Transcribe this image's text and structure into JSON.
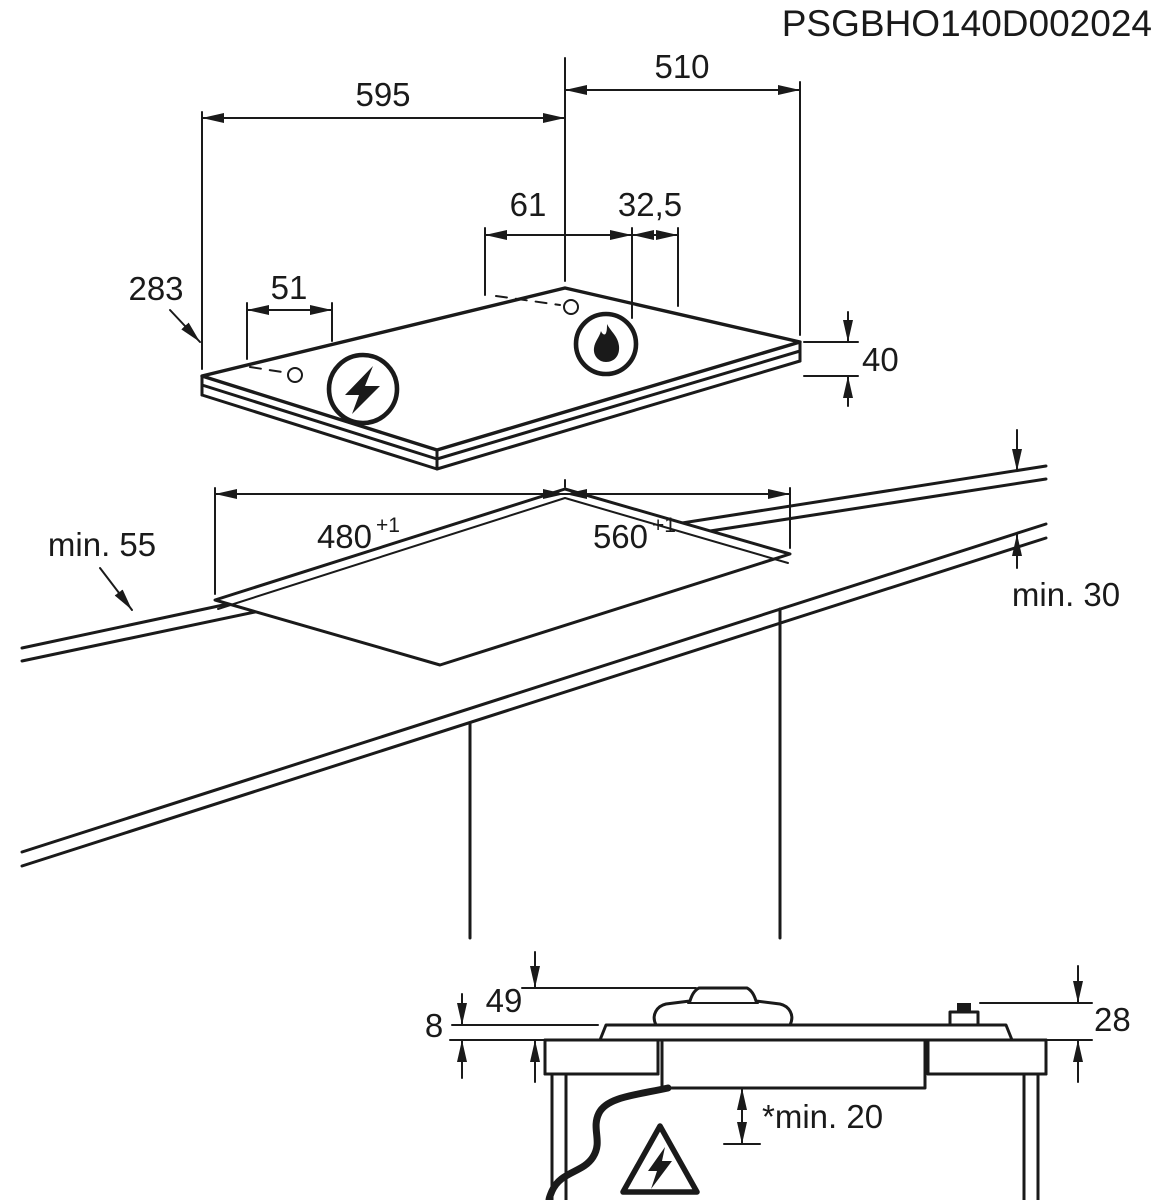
{
  "title": "PSGBHO140D002024",
  "colors": {
    "line": "#1a1a1a",
    "background": "#ffffff"
  },
  "icons": {
    "left_burner": "lightning-bolt-icon",
    "right_burner": "flame-icon",
    "hazard": "electric-warning-triangle-icon"
  },
  "top_view": {
    "hob_width": "595",
    "hob_depth": "510",
    "ignition_to_burner": "61",
    "burner_to_edge": "32,5",
    "left_zone_offset": "283",
    "ignition_offset": "51",
    "hob_height": "40"
  },
  "worktop": {
    "cutout_depth": "480",
    "cutout_depth_tolerance": "+1",
    "cutout_width": "560",
    "cutout_width_tolerance": "+1",
    "min_front_clearance": "min. 55",
    "min_worktop_thickness": "min. 30"
  },
  "section": {
    "glass_height": "8",
    "burner_height": "49",
    "edge_height": "28",
    "min_bottom_clearance": "*min. 20"
  }
}
